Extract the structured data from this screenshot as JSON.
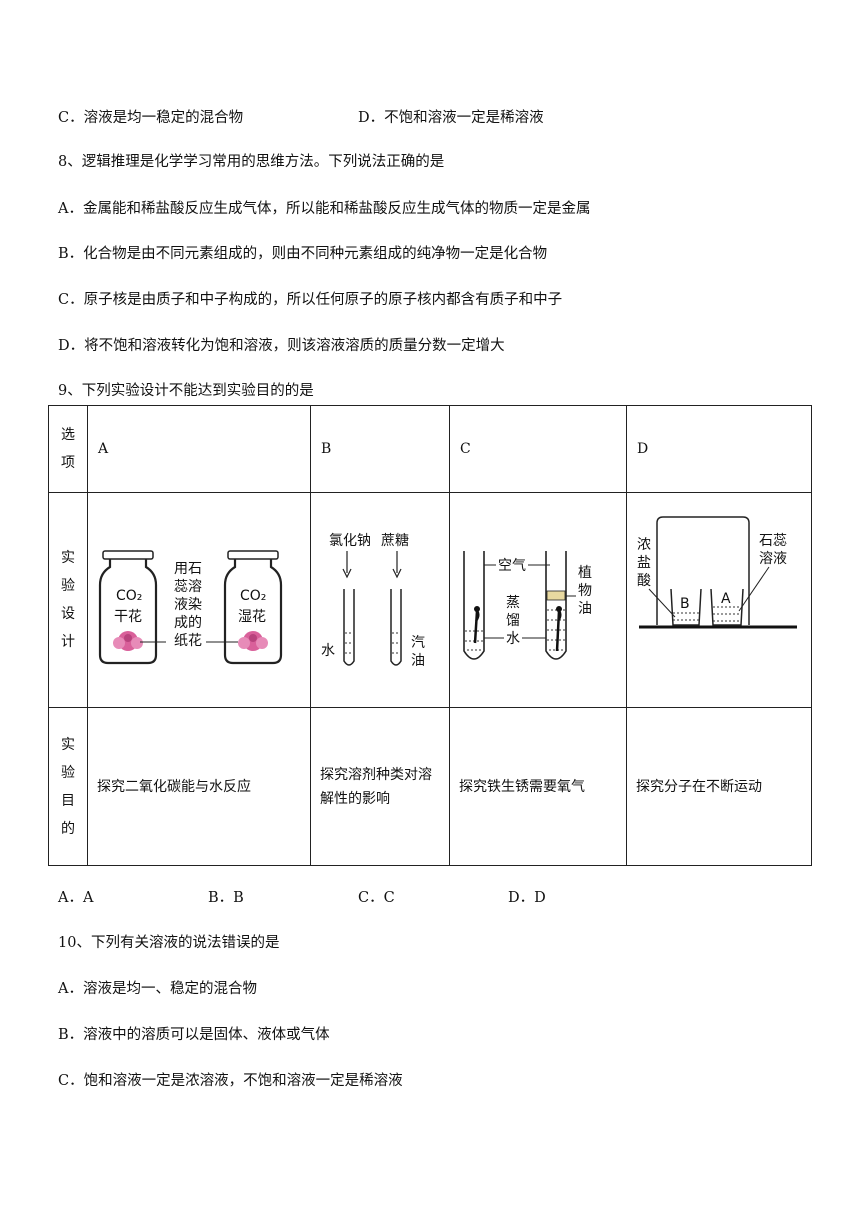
{
  "q7_tail": {
    "option_c": "C．溶液是均一稳定的混合物",
    "option_d": "D．不饱和溶液一定是稀溶液"
  },
  "q8": {
    "stem": "8、逻辑推理是化学学习常用的思维方法。下列说法正确的是",
    "options": [
      "A．金属能和稀盐酸反应生成气体，所以能和稀盐酸反应生成气体的物质一定是金属",
      "B．化合物是由不同元素组成的，则由不同种元素组成的纯净物一定是化合物",
      "C．原子核是由质子和中子构成的，所以任何原子的原子核内都含有质子和中子",
      "D．将不饱和溶液转化为饱和溶液，则该溶液溶质的质量分数一定增大"
    ]
  },
  "q9": {
    "stem": "9、下列实验设计不能达到实验目的的是",
    "table": {
      "row_labels": {
        "option": [
          "选",
          "项"
        ],
        "design": [
          "实",
          "验",
          "设",
          "计"
        ],
        "purpose": [
          "实",
          "验",
          "目",
          "的"
        ]
      },
      "columns": [
        "A",
        "B",
        "C",
        "D"
      ],
      "goals": [
        "探究二氧化碳能与水反应",
        "探究溶剂种类对溶解性的影响",
        "探究铁生锈需要氧气",
        "探究分子在不断运动"
      ],
      "diagram_labels": {
        "a": {
          "jar1_gas": "CO₂",
          "jar1_flower": "干花",
          "jar2_gas": "CO₂",
          "jar2_flower": "湿花",
          "middle": [
            "用石",
            "蕊溶",
            "液染",
            "成的",
            "纸花"
          ]
        },
        "b": {
          "top_left": "氯化钠",
          "top_right": "蔗糖",
          "left_liquid": "水",
          "right_liquid": [
            "汽",
            "油"
          ]
        },
        "c": {
          "air": "空气",
          "water": [
            "蒸",
            "馏",
            "水"
          ],
          "oil": [
            "植",
            "物",
            "油"
          ]
        },
        "d": {
          "left": [
            "浓",
            "盐",
            "酸"
          ],
          "right": [
            "石蕊",
            "溶液"
          ],
          "beaker_b": "B",
          "beaker_a": "A"
        }
      }
    },
    "answers": [
      "A．A",
      "B．B",
      "C．C",
      "D．D"
    ]
  },
  "q10": {
    "stem": "10、下列有关溶液的说法错误的是",
    "options": [
      "A．溶液是均一、稳定的混合物",
      "B．溶液中的溶质可以是固体、液体或气体",
      "C．饱和溶液一定是浓溶液，不饱和溶液一定是稀溶液"
    ]
  },
  "colors": {
    "text": "#111111",
    "border": "#222222",
    "flower": "#d9609a",
    "oil_layer": "#e8d9a0"
  }
}
